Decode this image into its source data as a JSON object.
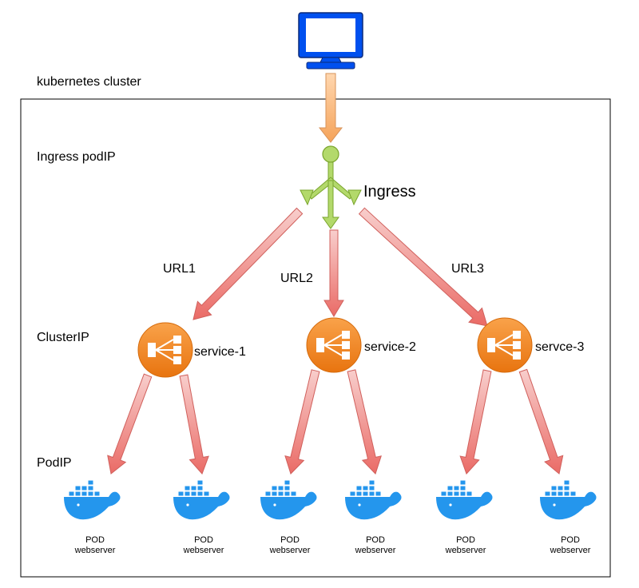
{
  "cluster_label": "kubernetes cluster",
  "layers": {
    "ingress": "Ingress podIP",
    "cluster_ip": "ClusterIP",
    "pod_ip": "PodIP"
  },
  "ingress": {
    "label": "Ingress",
    "icon": "ingress-icon"
  },
  "client": {
    "icon": "monitor-icon",
    "color": "#0050ef"
  },
  "routes": [
    {
      "url": "URL1",
      "service": "service-1"
    },
    {
      "url": "URL2",
      "service": "service-2"
    },
    {
      "url": "URL3",
      "service": "servce-3"
    }
  ],
  "pods": [
    {
      "title": "POD",
      "subtitle": "webserver"
    },
    {
      "title": "POD",
      "subtitle": "webserver"
    },
    {
      "title": "POD",
      "subtitle": "webserver"
    },
    {
      "title": "POD",
      "subtitle": "webserver"
    },
    {
      "title": "POD",
      "subtitle": "webserver"
    },
    {
      "title": "POD",
      "subtitle": "webserver"
    }
  ],
  "colors": {
    "service": "#f08a24",
    "docker": "#2496ed",
    "ingress": "#9acd32",
    "route_arrow": "#ea6b66",
    "client_arrow": "#ffb570"
  }
}
